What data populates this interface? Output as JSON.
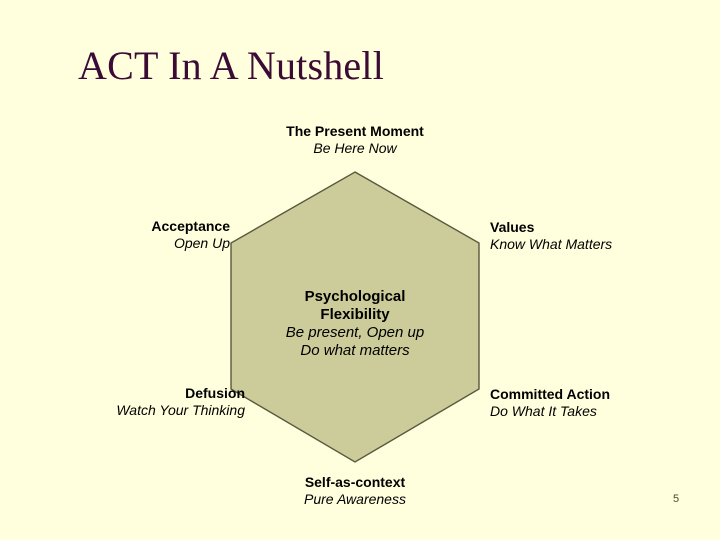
{
  "slide": {
    "title": "ACT In A Nutshell",
    "page_number": "5",
    "background_color": "#FFFFDD",
    "title_color": "#3B0B36"
  },
  "diagram": {
    "shape": "hexagon",
    "fill_color": "#CCCB9A",
    "stroke_color": "#58583C",
    "center": {
      "heading_line1": "Psychological",
      "heading_line2": "Flexibility",
      "sub_line1": "Be present, Open up",
      "sub_line2": "Do what matters"
    },
    "labels": [
      {
        "id": "present-moment",
        "title": "The Present Moment",
        "subtitle": "Be Here Now",
        "position": "top"
      },
      {
        "id": "acceptance",
        "title": "Acceptance",
        "subtitle": "Open Up",
        "position": "upper-left"
      },
      {
        "id": "values",
        "title": "Values",
        "subtitle": "Know What Matters",
        "position": "upper-right"
      },
      {
        "id": "defusion",
        "title": "Defusion",
        "subtitle": "Watch Your Thinking",
        "position": "lower-left"
      },
      {
        "id": "committed-action",
        "title": "Committed Action",
        "subtitle": "Do What It Takes",
        "position": "lower-right"
      },
      {
        "id": "self-as-context",
        "title": "Self-as-context",
        "subtitle": "Pure Awareness",
        "position": "bottom"
      }
    ]
  }
}
